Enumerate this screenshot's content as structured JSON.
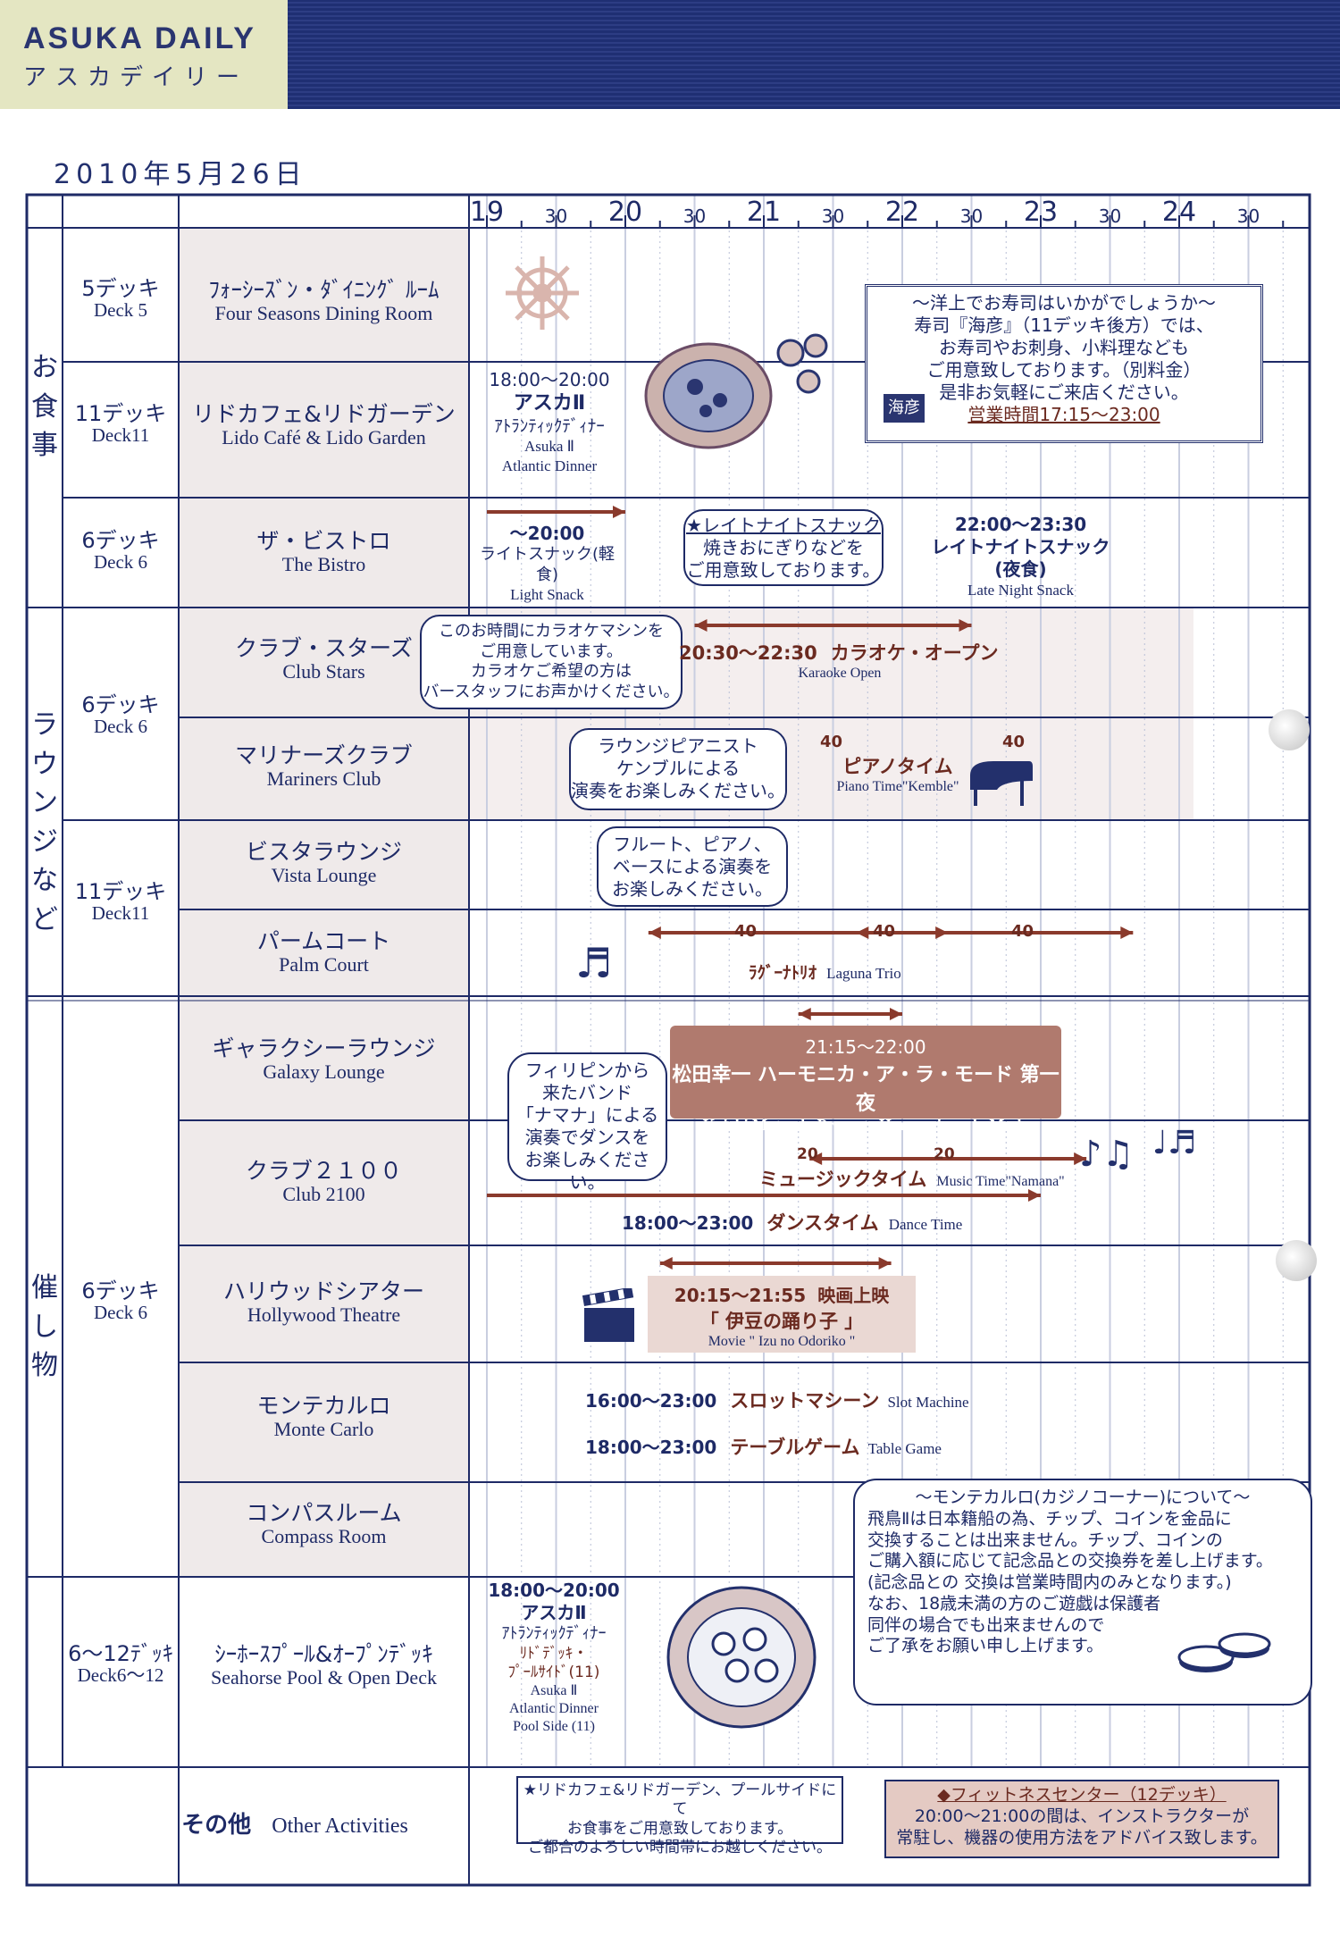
{
  "masthead": {
    "title_en": "ASUKA DAILY",
    "title_jp": "アスカデイリー"
  },
  "date": "2010年5月26日",
  "timeline": {
    "hours": [
      "19",
      "20",
      "21",
      "22",
      "23",
      "24"
    ],
    "half": "30"
  },
  "sections": [
    {
      "label": "お食事"
    },
    {
      "label": "ラウンジなど"
    },
    {
      "label": "催し物"
    }
  ],
  "decks": {
    "d5": {
      "jp": "5デッキ",
      "en": "Deck 5"
    },
    "d11a": {
      "jp": "11デッキ",
      "en": "Deck11"
    },
    "d6a": {
      "jp": "6デッキ",
      "en": "Deck 6"
    },
    "d6b": {
      "jp": "6デッキ",
      "en": "Deck 6"
    },
    "d11b": {
      "jp": "11デッキ",
      "en": "Deck11"
    },
    "d6c": {
      "jp": "6デッキ",
      "en": "Deck 6"
    },
    "d612": {
      "jp": "6～12ﾃﾞｯｷ",
      "en": "Deck6～12"
    }
  },
  "venues": {
    "four_seasons": {
      "jp": "ﾌｫｰｼｰｽﾞﾝ・ﾀﾞｲﾆﾝｸﾞ ﾙｰﾑ",
      "en": "Four Seasons Dining Room"
    },
    "lido": {
      "jp": "リドカフェ&リドガーデン",
      "en": "Lido Café & Lido Garden"
    },
    "bistro": {
      "jp": "ザ・ビストロ",
      "en": "The Bistro"
    },
    "club_stars": {
      "jp": "クラブ・スターズ",
      "en": "Club Stars"
    },
    "mariners": {
      "jp": "マリナーズクラブ",
      "en": "Mariners Club"
    },
    "vista": {
      "jp": "ビスタラウンジ",
      "en": "Vista Lounge"
    },
    "palm": {
      "jp": "パームコート",
      "en": "Palm Court"
    },
    "galaxy": {
      "jp": "ギャラクシーラウンジ",
      "en": "Galaxy Lounge"
    },
    "club2100": {
      "jp": "クラブ２１００",
      "en": "Club 2100"
    },
    "hollywood": {
      "jp": "ハリウッドシアター",
      "en": "Hollywood Theatre"
    },
    "monte": {
      "jp": "モンテカルロ",
      "en": "Monte Carlo"
    },
    "compass": {
      "jp": "コンパスルーム",
      "en": "Compass Room"
    },
    "seahorse": {
      "jp": "ｼｰﾎｰｽﾌﾟｰﾙ&ｵｰﾌﾟﾝﾃﾞｯｷ",
      "en": "Seahorse Pool & Open Deck"
    },
    "other": {
      "jp": "その他",
      "en": "Other Activities"
    }
  },
  "events": {
    "lido": {
      "time": "18:00～20:00",
      "name": "アスカⅡ",
      "sub": "ｱﾄﾗﾝﾃｨｯｸﾃﾞｨﾅｰ",
      "en1": "Asuka Ⅱ",
      "en2": "Atlantic Dinner"
    },
    "sushi": {
      "line1": "～洋上でお寿司はいかがでしょうか～",
      "line2": "寿司『海彦』（11デッキ後方）では、",
      "line3": "お寿司やお刺身、小料理なども",
      "line4": "ご用意致しております。（別料金）",
      "line5": "是非お気軽にご来店ください。",
      "hours": "営業時間17:15～23:00",
      "sign": "海彦"
    },
    "bistro_snack": {
      "time": "～20:00",
      "name": "ライトスナック(軽食)",
      "en": "Light Snack"
    },
    "late_note": {
      "title": "★レイトナイトスナック",
      "l1": "焼きおにぎりなどを",
      "l2": "ご用意致しております。"
    },
    "late_snack": {
      "time": "22:00～23:30",
      "name": "レイトナイトスナック(夜食)",
      "en": "Late Night Snack"
    },
    "karaoke_note": {
      "l1": "このお時間にカラオケマシンを",
      "l2": "ご用意しています。",
      "l3": "カラオケご希望の方は",
      "l4": "バースタッフにお声かけください。"
    },
    "karaoke": {
      "time": "20:30～22:30",
      "name": "カラオケ・オープン",
      "en": "Karaoke Open"
    },
    "piano_note": {
      "l1": "ラウンジピアニスト",
      "l2": "ケンブルによる",
      "l3": "演奏をお楽しみください。"
    },
    "piano": {
      "m1": "40",
      "m2": "40",
      "name": "ピアノタイム",
      "en": "Piano Time\"Kemble\""
    },
    "vista_note": {
      "l1": "フルート、ピアノ、",
      "l2": "ベースによる演奏を",
      "l3": "お楽しみください。"
    },
    "trio": {
      "m1": "40",
      "m2": "40",
      "m3": "40",
      "name": "ﾗｸﾞｰﾅﾄﾘｵ",
      "en": "Laguna Trio"
    },
    "harmonica": {
      "time": "21:15～22:00",
      "jp": "松田幸一 ハーモニカ・ア・ラ・モード 第一夜",
      "en": "Koichi Matsuda Presents Harmonica a la Mode"
    },
    "band_note": {
      "l1": "フィリピンから",
      "l2": "来たバンド",
      "l3": "「ナマナ」による",
      "l4": "演奏でダンスを",
      "l5": "お楽しみください。"
    },
    "music": {
      "m1": "20",
      "m2": "20",
      "name": "ミュージックタイム",
      "en": "Music Time\"Namana\""
    },
    "dance": {
      "time": "18:00～23:00",
      "name": "ダンスタイム",
      "en": "Dance Time"
    },
    "movie": {
      "time": "20:15～21:55",
      "label": "映画上映",
      "title": "「 伊豆の踊り子 」",
      "en": "Movie \" Izu no Odoriko \""
    },
    "slot": {
      "time": "16:00～23:00",
      "name": "スロットマシーン",
      "en": "Slot Machine"
    },
    "table": {
      "time": "18:00～23:00",
      "name": "テーブルゲーム",
      "en": "Table Game"
    },
    "casino_note": {
      "title": "～モンテカルロ(カジノコーナー)について～",
      "l1": "飛鳥Ⅱは日本籍船の為、チップ、コインを金品に",
      "l2": "交換することは出来ません。チップ、コインの",
      "l3": "ご購入額に応じて記念品との交換券を差し上げます。",
      "l4": "(記念品との 交換は営業時間内のみとなります。)",
      "l5": "なお、18歳未満の方のご遊戯は保護者",
      "l6": "同伴の場合でも出来ませんので",
      "l7": "ご了承をお願い申し上げます。"
    },
    "pool": {
      "time": "18:00～20:00",
      "name": "アスカⅡ",
      "sub": "ｱﾄﾗﾝﾃｨｯｸﾃﾞｨﾅｰ",
      "sub2": "ﾘﾄﾞﾃﾞｯｷ・",
      "sub3": "ﾌﾟｰﾙｻｲﾄﾞ(11)",
      "en1": "Asuka Ⅱ",
      "en2": "Atlantic Dinner",
      "en3": "Pool Side (11)"
    },
    "other_note": {
      "l1": "★リドカフェ&リドガーデン、プールサイドにて",
      "l2": "お食事をご用意致しております。",
      "l3": "ご都合のよろしい時間帯にお越しください。"
    },
    "fitness": {
      "title": "◆フィットネスセンター（12デッキ）",
      "l1": "20:00～21:00の間は、インストラクターが",
      "l2": "常駐し、機器の使用方法をアドバイス致します。"
    }
  },
  "colors": {
    "navy": "#1e2a66",
    "band": "#1f2f73",
    "brand_bg": "#e4e6c2",
    "shade": "#efeaea",
    "arrow": "#8a3a2c",
    "highlight": "#b07a6e"
  }
}
